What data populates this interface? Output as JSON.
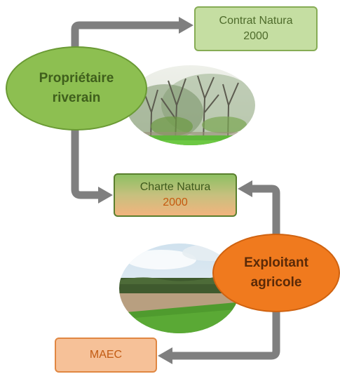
{
  "actors": {
    "proprietaire": {
      "line1": "Propriétaire",
      "line2": "riverain",
      "color": "#8dbf51"
    },
    "exploitant": {
      "line1": "Exploitant",
      "line2": "agricole",
      "color": "#f07a1e"
    }
  },
  "targets": {
    "contrat": {
      "line1": "Contrat Natura",
      "line2": "2000",
      "color": "#c5dea2"
    },
    "charte": {
      "line1": "Charte Natura",
      "line2": "2000"
    },
    "maec": {
      "label": "MAEC",
      "color": "#f6c198"
    }
  },
  "arrows": [
    {
      "from": "Propriétaire riverain",
      "to": "Contrat Natura 2000"
    },
    {
      "from": "Propriétaire riverain",
      "to": "Charte Natura 2000"
    },
    {
      "from": "Exploitant agricole",
      "to": "Charte Natura 2000"
    },
    {
      "from": "Exploitant agricole",
      "to": "MAEC"
    }
  ],
  "photos": [
    {
      "subject": "riparian woodland with grass meadow"
    },
    {
      "subject": "agricultural field under cloudy sky"
    }
  ],
  "arrow_color": "#7f7f7f"
}
